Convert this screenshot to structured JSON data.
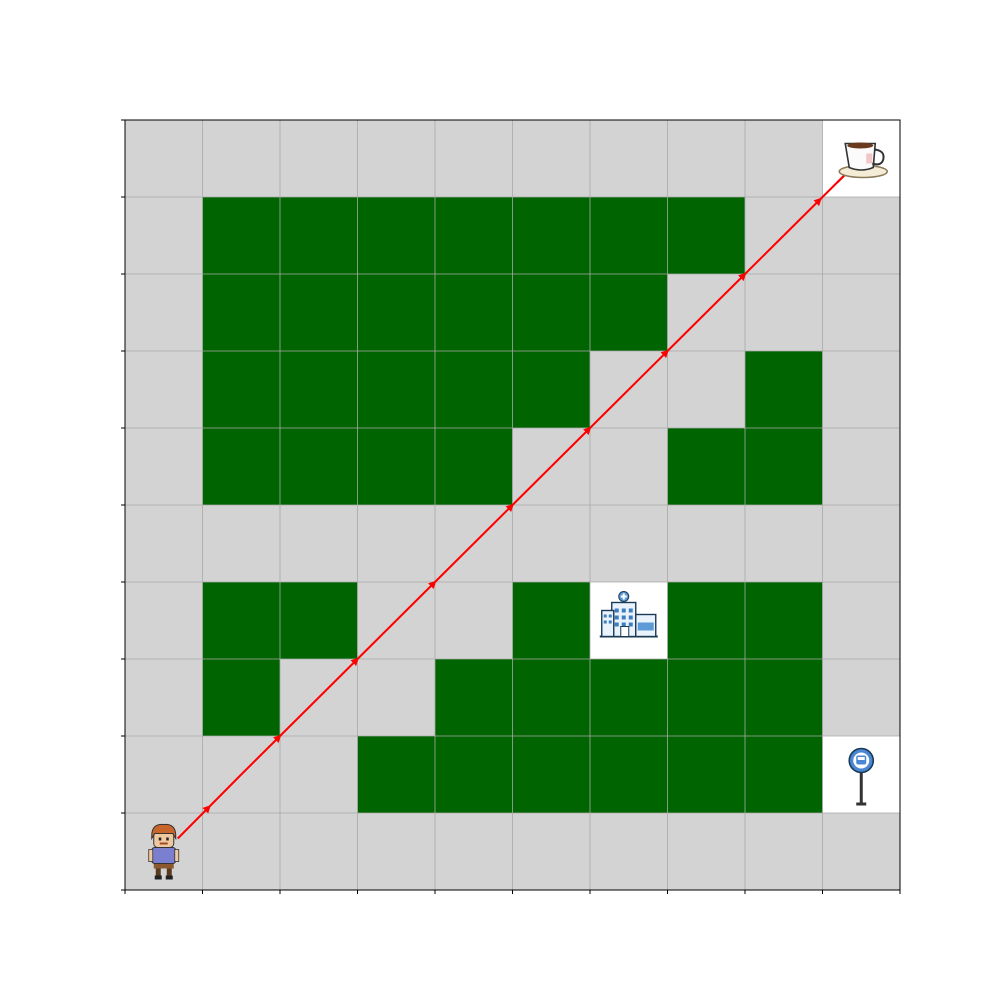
{
  "grid": {
    "rows": 10,
    "cols": 10,
    "cells": [
      "..........",
      ".#######..",
      ".######...",
      ".#####..#.",
      ".####..##.",
      "..........",
      ".##..#.##.",
      ".#..#####.",
      "...######.",
      ".........."
    ],
    "legend": {
      ".": "road",
      "#": "obstacle"
    }
  },
  "colors": {
    "road": "#d3d3d3",
    "obstacle": "#006400",
    "landmark_bg": "#ffffff",
    "gridline": "#a9a9a9",
    "frame": "#000000",
    "path": "#ff0000"
  },
  "agent": {
    "name": "person",
    "icon": "person-icon",
    "cell": [
      9,
      0
    ]
  },
  "landmarks": [
    {
      "name": "coffee-shop",
      "icon": "coffee-cup-icon",
      "cell": [
        0,
        9
      ]
    },
    {
      "name": "hospital",
      "icon": "hospital-building-icon",
      "cell": [
        6,
        6
      ]
    },
    {
      "name": "bus-stop",
      "icon": "bus-stop-sign-icon",
      "cell": [
        8,
        9
      ]
    }
  ],
  "route": {
    "from": [
      9,
      0
    ],
    "to": [
      0,
      9
    ],
    "waypoints": [
      [
        9,
        0
      ],
      [
        8,
        1
      ],
      [
        7,
        2
      ],
      [
        6,
        3
      ],
      [
        5,
        4
      ],
      [
        4,
        5
      ],
      [
        3,
        6
      ],
      [
        2,
        7
      ],
      [
        1,
        8
      ],
      [
        0,
        9
      ]
    ]
  }
}
